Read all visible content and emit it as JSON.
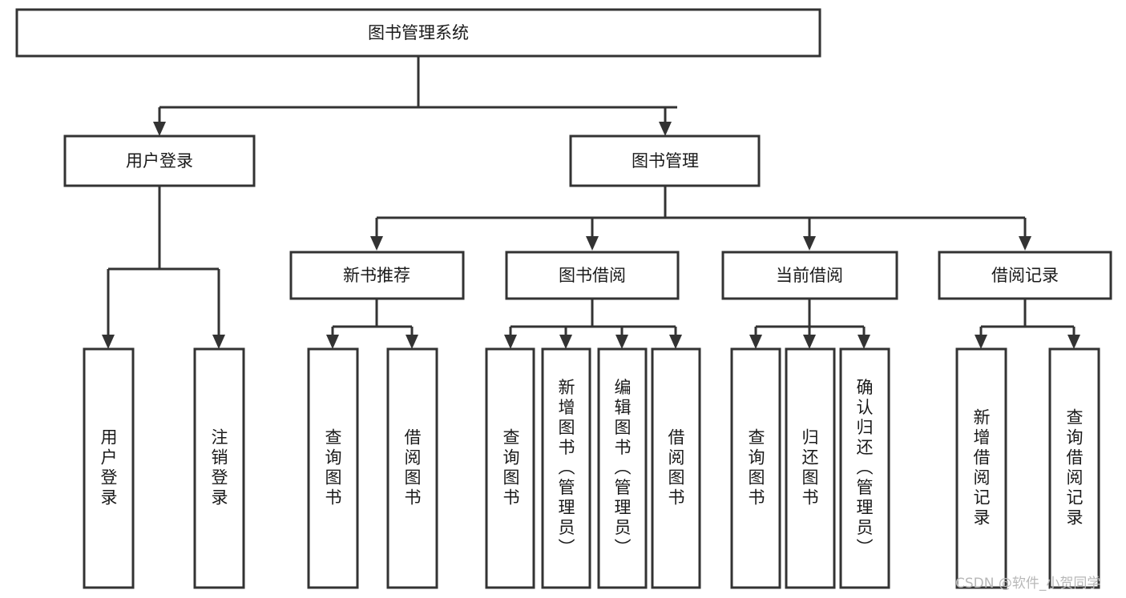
{
  "diagram": {
    "title": "图书管理系统",
    "type": "tree-hierarchy",
    "watermark": "CSDN @软件_小贺同学",
    "colors": {
      "stroke": "#333333",
      "fill": "#ffffff",
      "text": "#1a1a1a",
      "watermark": "#b8b8b8"
    },
    "levels": {
      "root": {
        "label": "图书管理系统"
      },
      "level2": [
        {
          "label": "用户登录"
        },
        {
          "label": "图书管理"
        }
      ],
      "level3": [
        {
          "label": "新书推荐"
        },
        {
          "label": "图书借阅"
        },
        {
          "label": "当前借阅"
        },
        {
          "label": "借阅记录"
        }
      ],
      "leaves": {
        "user_login": [
          {
            "label": "用户登录"
          },
          {
            "label": "注销登录"
          }
        ],
        "new_book_recommend": [
          {
            "label": "查询图书"
          },
          {
            "label": "借阅图书"
          }
        ],
        "book_borrow": [
          {
            "label": "查询图书"
          },
          {
            "label": "新增图书（管理员）"
          },
          {
            "label": "编辑图书（管理员）"
          },
          {
            "label": "借阅图书"
          }
        ],
        "current_borrow": [
          {
            "label": "查询图书"
          },
          {
            "label": "归还图书"
          },
          {
            "label": "确认归还（管理员）"
          }
        ],
        "borrow_record": [
          {
            "label": "新增借阅记录"
          },
          {
            "label": "查询借阅记录"
          }
        ]
      }
    }
  }
}
